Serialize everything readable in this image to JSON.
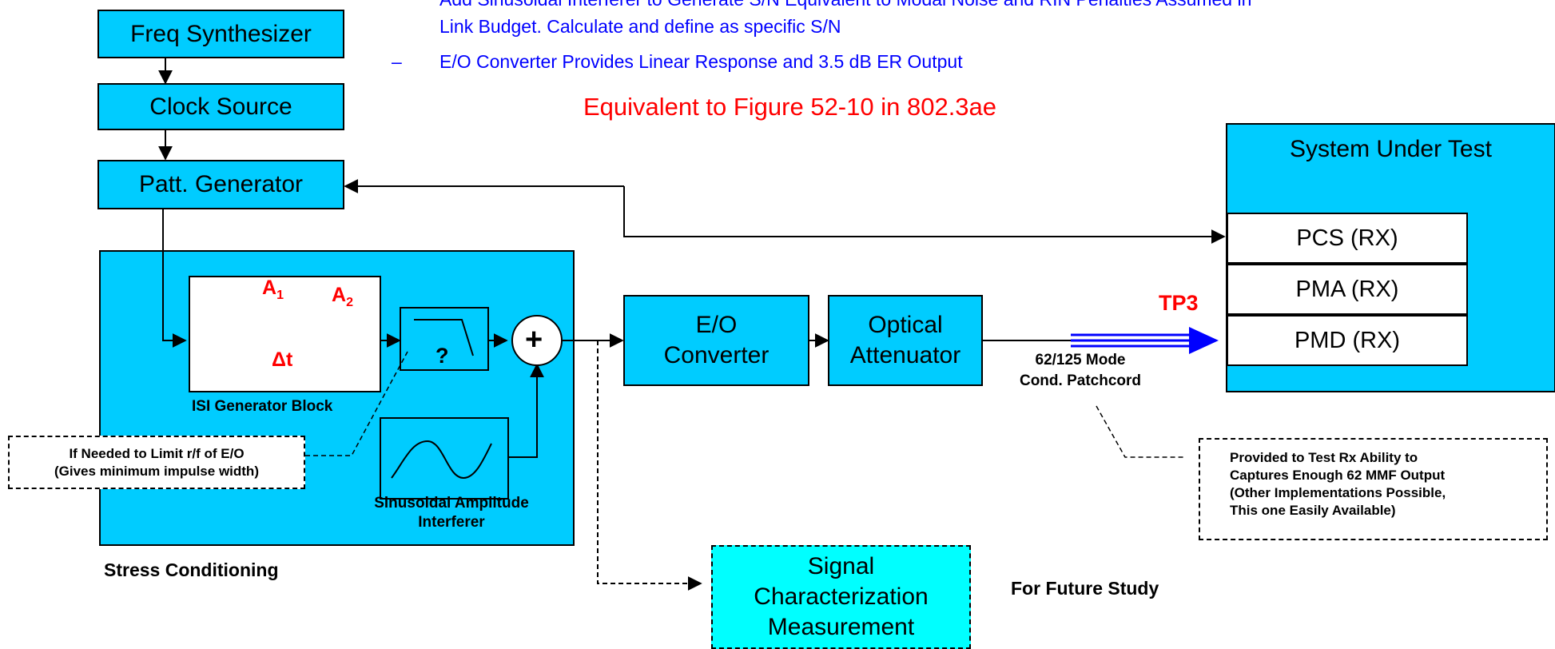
{
  "blocks": {
    "freq_synth": "Freq Synthesizer",
    "clock_source": "Clock Source",
    "patt_generator": "Patt. Generator",
    "eo_converter": "E/O\nConverter",
    "optical_attenuator": "Optical\nAttenuator",
    "system_under_test": "System Under Test",
    "pcs": "PCS (RX)",
    "pma": "PMA (RX)",
    "pmd": "PMD (RX)",
    "signal_characterization": "Signal\nCharacterization\nMeasurement"
  },
  "bullets": {
    "line1": "Add Sinusoidal Interferer to Generate S/N Equivalent to Modal Noise and RIN Penalties Assumed in",
    "line2": "Link Budget. Calculate and define as specific S/N",
    "dash": "–",
    "line3": "E/O Converter Provides Linear Response and 3.5 dB ER Output"
  },
  "equivalent_note": "Equivalent to Figure 52-10 in 802.3ae",
  "isi": {
    "a1": "A",
    "a1_sub": "1",
    "a2": "A",
    "a2_sub": "2",
    "delta_t": "Δt",
    "label": "ISI Generator Block"
  },
  "filter_symbol": "?",
  "summer_symbol": "+",
  "sinusoidal_label": "Sinusoidal Amplitude\nInterferer",
  "stress_conditioning": "Stress Conditioning",
  "tp3": "TP3",
  "patchcord_label": "62/125 Mode\nCond. Patchcord",
  "future_study": "For Future Study",
  "notes": {
    "filter_note": "If Needed to Limit r/f of E/O\n(Gives minimum impulse width)",
    "patchcord_note": "Provided to Test Rx Ability to\nCaptures Enough 62 MMF Output\n(Other Implementations Possible,\nThis one Easily Available)"
  },
  "colors": {
    "block_fill": "#00ccff",
    "measurement_fill": "#00ffff",
    "bullet_text": "#0000ff",
    "highlight": "#ff0000",
    "fiber_arrow": "#0000ff"
  }
}
